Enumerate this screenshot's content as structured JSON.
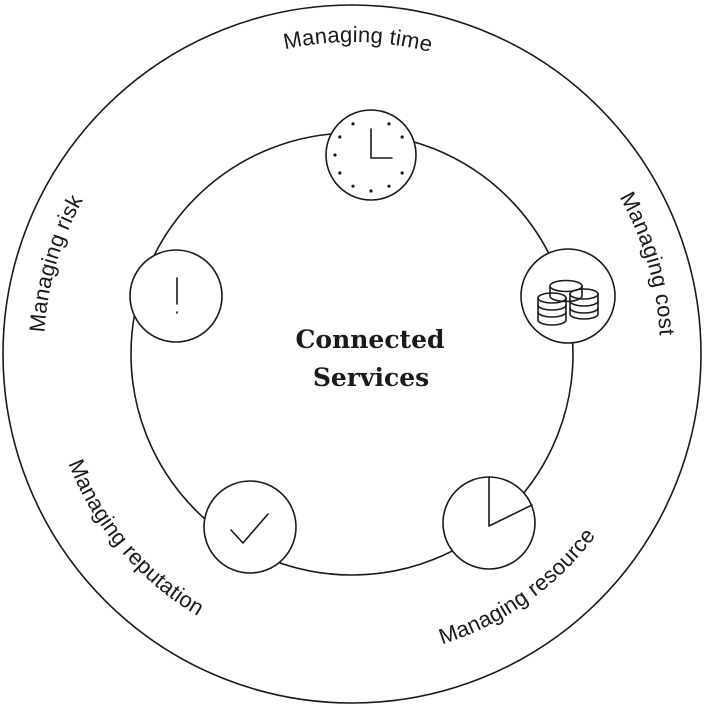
{
  "center": {
    "line1": "Connected",
    "line2": "Services"
  },
  "services": [
    {
      "label": "Managing time",
      "icon": "clock-icon"
    },
    {
      "label": "Managing cost",
      "icon": "coins-icon"
    },
    {
      "label": "Managing resource",
      "icon": "pie-chart-icon"
    },
    {
      "label": "Managing reputation",
      "icon": "checkmark-icon"
    },
    {
      "label": "Managing risk",
      "icon": "exclamation-icon"
    }
  ]
}
